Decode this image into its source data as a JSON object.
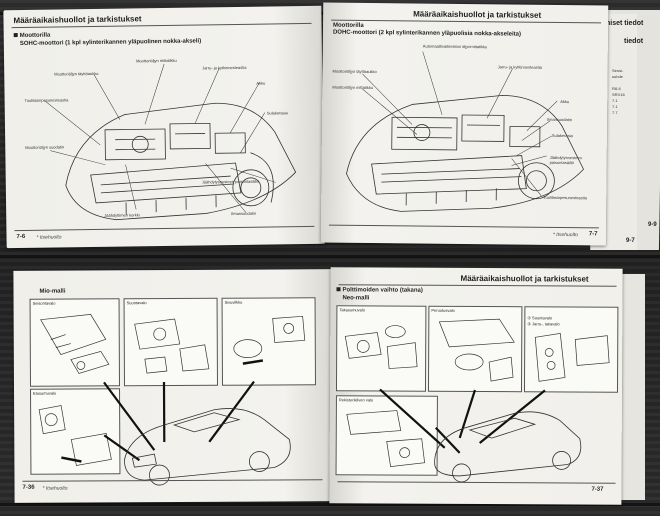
{
  "top_book": {
    "left_page": {
      "header": "Määräaikaishuollot ja tarkistukset",
      "section_title": "Moottorilla",
      "section_subtitle": "SOHC-moottori (1 kpl sylinterikannen yläpuolinen nokka-akseli)",
      "labels": [
        "Moottoriöljyn täyttöaukko",
        "Moottoriöljyn mittatikku",
        "Jarru- ja kytkinnesteastia",
        "Akku",
        "Tuulilasinpesunesteastia",
        "Sulakerasia",
        "Jäähdytysnesteen paisuntasäiliö",
        "Ilmansuodatin",
        "Jäähdyttimen korkki",
        "Moottoriöljyn suodatin"
      ],
      "page_number": "7-6",
      "footer_note": "Itsehuolto"
    },
    "right_page": {
      "header": "Määräaikaishuollot ja tarkistukset",
      "section_title": "Moottorilla",
      "section_subtitle": "DOHC-moottori (2 kpl sylinterikannen yläpuolisia nokka-akseleita)",
      "labels": [
        "Automaattivaihteiston öljynmittatikku",
        "Moottoriöljyn täyttöaukko",
        "Jarru- ja kytkinnesteastia",
        "Moottoriöljyn mittatikku",
        "Akku",
        "Ilmansuodatin",
        "Sulakerasia",
        "Jäähdytysnesteen paisuntasäiliö",
        "Tuulilasinpesunesteastia"
      ],
      "page_number": "7-7",
      "footer_note": "Itsehuolto"
    },
    "stack": {
      "header_fragment": "niset tiedot",
      "header_fragment2": "tiedot",
      "page_number": "9-7",
      "page_number2": "9-9"
    }
  },
  "bottom_book": {
    "left_page": {
      "header": "",
      "model": "Mio-malli",
      "panels": [
        "Seisontavalo",
        "Suuntavalo",
        "Sivuvilkku",
        "Etusumuvalo"
      ],
      "page_number": "7-36",
      "footer_note": "Itsehuolto"
    },
    "right_page": {
      "header": "Määräaikaishuollot ja tarkistukset",
      "section_title": "Polttimoiden vaihto (takana)",
      "model": "Neo-malli",
      "panels": [
        "Takasumuvalo",
        "Peruutusvalo",
        "Rekisterikilven valo"
      ],
      "legend": [
        "Suuntavalo",
        "Jarru-, takavalo"
      ],
      "page_number": "7-37"
    }
  }
}
